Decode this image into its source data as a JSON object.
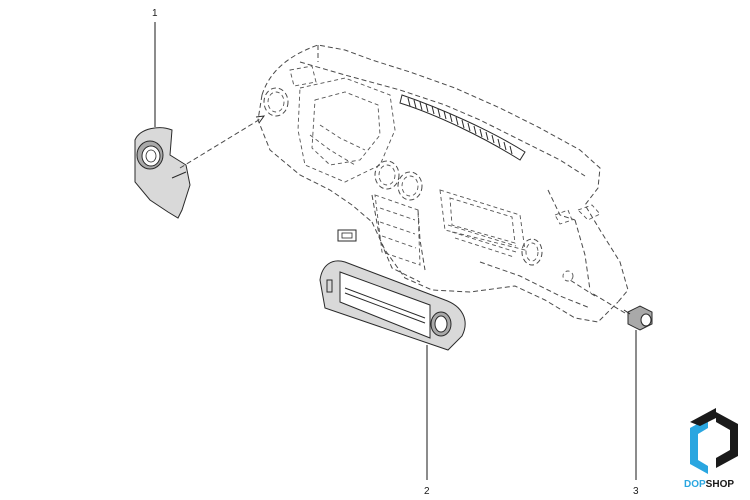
{
  "callouts": [
    {
      "number": "1"
    },
    {
      "number": "2"
    },
    {
      "number": "3"
    }
  ],
  "brand": {
    "name_part1": "DOP",
    "name_part2": "SHOP",
    "color_blue": "#2aa6e0",
    "color_dark": "#1a1a1a"
  },
  "icons": {
    "logo": "dopshop-logo-icon"
  }
}
